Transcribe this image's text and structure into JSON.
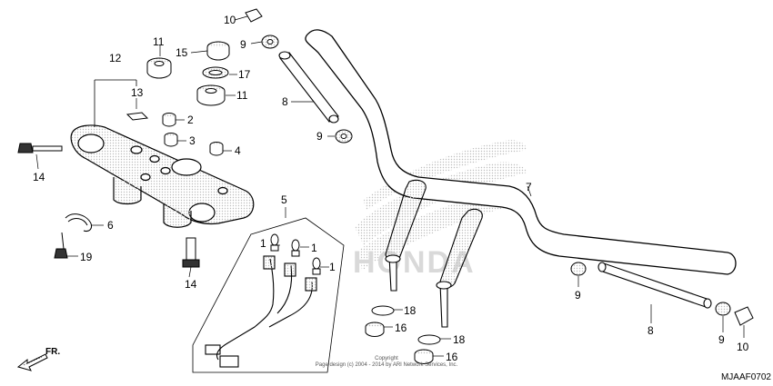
{
  "diagram": {
    "part_numbers": {
      "p10_top": "10",
      "p9_top": "9",
      "p11_top": "11",
      "p15": "15",
      "p17": "17",
      "p11_mid": "11",
      "p12": "12",
      "p13": "13",
      "p2": "2",
      "p3": "3",
      "p4": "4",
      "p8_left": "8",
      "p9_mid": "9",
      "p14_left": "14",
      "p5": "5",
      "p6": "6",
      "p19": "19",
      "p14_bottom": "14",
      "p1_a": "1",
      "p1_b": "1",
      "p1_c": "1",
      "p7": "7",
      "p18_a": "18",
      "p16_a": "16",
      "p18_b": "18",
      "p16_b": "16",
      "p9_right": "9",
      "p8_right": "8",
      "p9_right2": "9",
      "p10_right": "10"
    },
    "direction_label": "FR.",
    "watermark_brand": "HONDA",
    "copyright_line1": "Copyright",
    "copyright_line2": "Page design (c) 2004 - 2014 by ARI Network Services, Inc.",
    "diagram_code": "MJAAF0702"
  }
}
